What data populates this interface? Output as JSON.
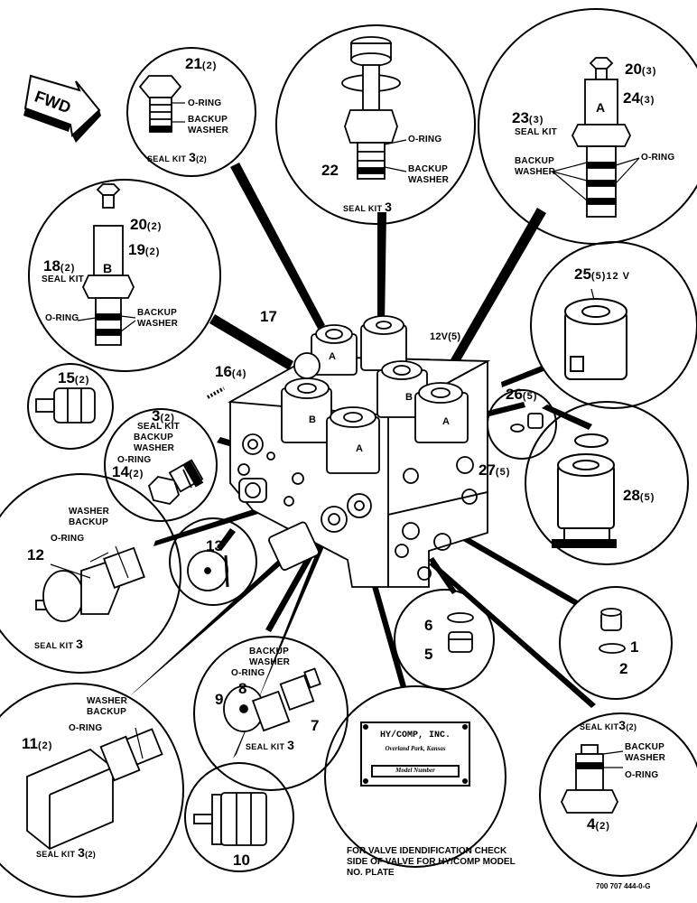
{
  "fwd_label": "FWD",
  "callouts": {
    "p21": {
      "num": "21",
      "qty": "(2)"
    },
    "p20a": {
      "num": "20",
      "qty": "(3)"
    },
    "p24": {
      "num": "24",
      "qty": "(3)"
    },
    "p23": {
      "num": "23",
      "qty": "(3)"
    },
    "p22": {
      "num": "22",
      "qty": ""
    },
    "p20b": {
      "num": "20",
      "qty": "(2)"
    },
    "p19": {
      "num": "19",
      "qty": "(2)"
    },
    "p18": {
      "num": "18",
      "qty": "(2)"
    },
    "p17": {
      "num": "17",
      "qty": ""
    },
    "p16": {
      "num": "16",
      "qty": "(4)"
    },
    "p15": {
      "num": "15",
      "qty": "(2)"
    },
    "p3": {
      "num": "3",
      "qty": "(2)"
    },
    "p14": {
      "num": "14",
      "qty": "(2)"
    },
    "p25": {
      "num": "25",
      "qty": "(5)",
      "extra": "12 V"
    },
    "p26": {
      "num": "26",
      "qty": "(5)"
    },
    "p27": {
      "num": "27",
      "qty": "(5)"
    },
    "p28": {
      "num": "28",
      "qty": "(5)"
    },
    "p12": {
      "num": "12",
      "qty": ""
    },
    "p13": {
      "num": "13",
      "qty": ""
    },
    "p6": {
      "num": "6",
      "qty": ""
    },
    "p5": {
      "num": "5",
      "qty": ""
    },
    "p1": {
      "num": "1",
      "qty": ""
    },
    "p2": {
      "num": "2",
      "qty": ""
    },
    "p9": {
      "num": "9",
      "qty": ""
    },
    "p8": {
      "num": "8",
      "qty": ""
    },
    "p7": {
      "num": "7",
      "qty": ""
    },
    "p11": {
      "num": "11",
      "qty": "(2)"
    },
    "p4": {
      "num": "4",
      "qty": "(2)"
    },
    "p10": {
      "num": "10",
      "qty": ""
    },
    "v12": {
      "num": "12V(5)",
      "qty": ""
    }
  },
  "labels": {
    "oring": "O-RING",
    "backup": "BACKUP",
    "washer": "WASHER",
    "backup_washer": "BACKUP WASHER",
    "washer_backup": "WASHER BACKUP",
    "seal_kit": "SEAL KIT",
    "seal_kit_lc": "SEAL KIT",
    "letter_a": "A",
    "letter_b": "B"
  },
  "kits": {
    "k21": {
      "text": "SEAL KIT",
      "num": "3",
      "qty": "(2)"
    },
    "k22": {
      "text": "SEAL KIT",
      "num": "3",
      "qty": ""
    },
    "k12": {
      "text": "SEAL KIT",
      "num": "3",
      "qty": ""
    },
    "k7": {
      "text": "SEAL KIT",
      "num": "3",
      "qty": ""
    },
    "k11": {
      "text": "SEAL KIT",
      "num": "3",
      "qty": "(2)"
    },
    "k4": {
      "text": "SEAL KIT",
      "num": "3",
      "qty": "(2)"
    }
  },
  "nameplate": {
    "line1": "HY/COMP, INC.",
    "line2": "Overland Park, Kansas",
    "line3": "Model Number"
  },
  "note": "FOR VALVE IDENDIFICATION CHECK SIDE OF VALVE FOR HY/COMP MODEL NO. PLATE",
  "drawing_ref": "700 707 444-0-G"
}
